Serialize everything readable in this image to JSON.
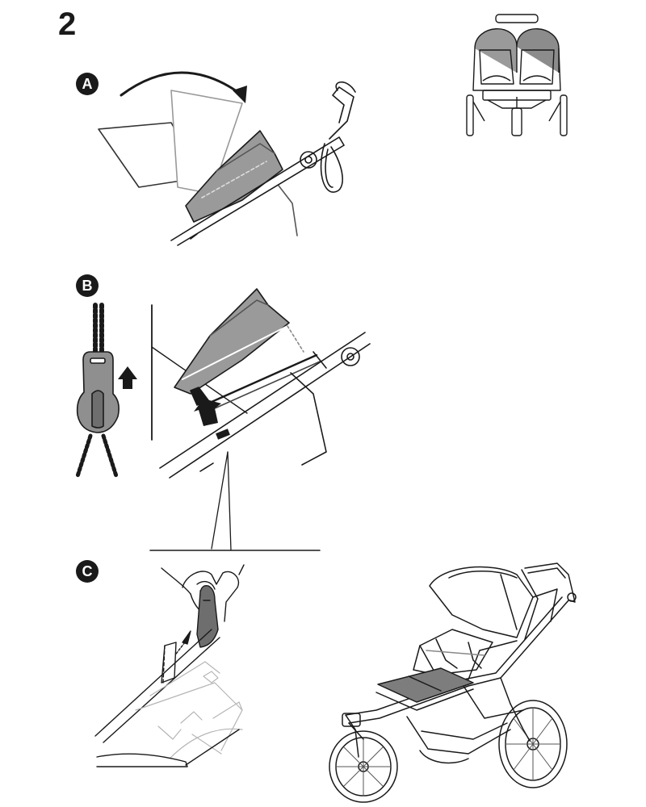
{
  "step": {
    "number": "2"
  },
  "panels": [
    {
      "id": "A",
      "label": "A"
    },
    {
      "id": "B",
      "label": "B"
    },
    {
      "id": "C",
      "label": "C"
    }
  ],
  "colors": {
    "ink": "#1a1a1a",
    "fabric": "#9a9a9a",
    "fabric_dark": "#7d7d7d",
    "light_line": "#b5b5b5"
  }
}
